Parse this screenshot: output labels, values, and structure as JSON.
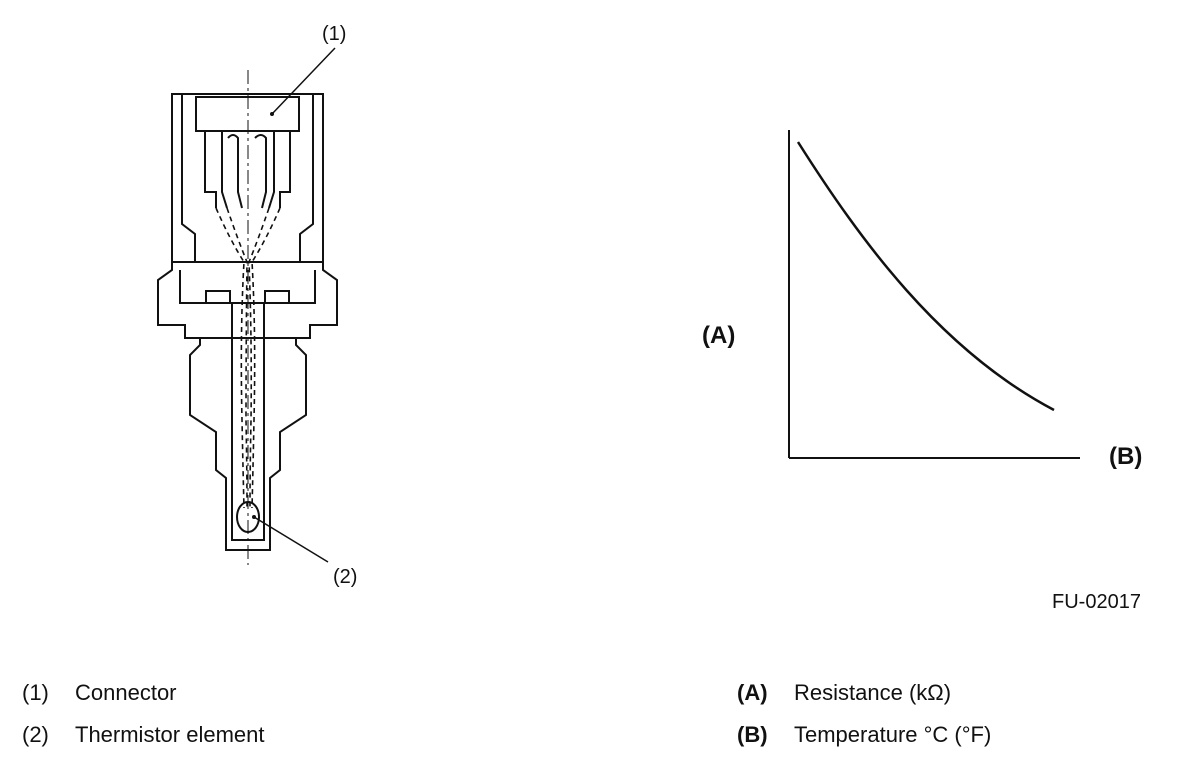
{
  "sensor_callouts": [
    {
      "label": "(1)",
      "meaning": "Connector"
    },
    {
      "label": "(2)",
      "meaning": "Thermistor element"
    }
  ],
  "graph": {
    "y_axis_label": "(A)",
    "x_axis_label": "(B)",
    "curve_shape": "decreasing"
  },
  "figure_code": "FU-02017",
  "legend_left": [
    {
      "key": "(1)",
      "text": "Connector"
    },
    {
      "key": "(2)",
      "text": "Thermistor element"
    }
  ],
  "legend_right": [
    {
      "key": "(A)",
      "text": "Resistance (kΩ)"
    },
    {
      "key": "(B)",
      "text": "Temperature °C (°F)"
    }
  ],
  "colors": {
    "line": "#111111",
    "background": "#ffffff"
  }
}
